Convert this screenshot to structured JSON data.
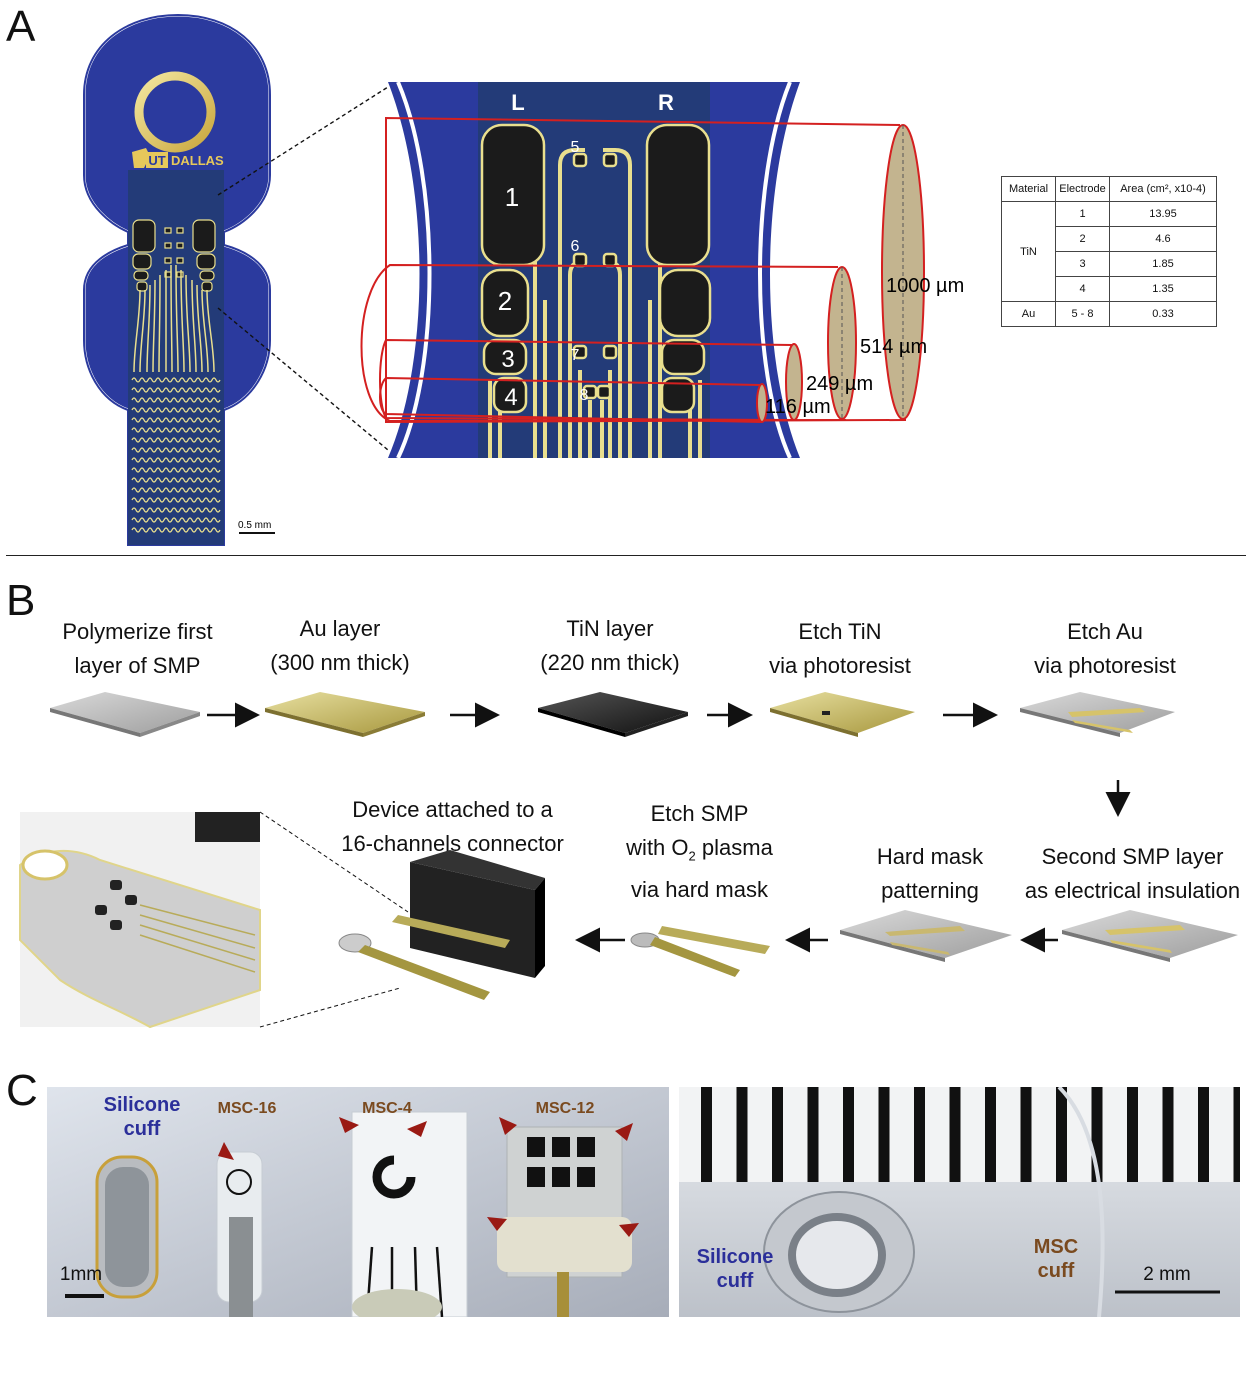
{
  "panels": {
    "a": "A",
    "b": "B",
    "c": "C"
  },
  "panel_a": {
    "brand_ut": "UT",
    "brand_dallas": "DALLAS",
    "side_left": "L",
    "side_right": "R",
    "electrodes": [
      "1",
      "2",
      "3",
      "4",
      "5",
      "6",
      "7",
      "8"
    ],
    "diameters": [
      "1000 µm",
      "514 µm",
      "249 µm",
      "116 µm"
    ],
    "scale_bar": "0.5 mm",
    "table": {
      "headers": [
        "Material",
        "Electrode",
        "Area (cm², x10-4)"
      ],
      "tin_label": "TiN",
      "au_label": "Au",
      "tin_rows": [
        {
          "electrode": "1",
          "area": "13.95"
        },
        {
          "electrode": "2",
          "area": "4.6"
        },
        {
          "electrode": "3",
          "area": "1.85"
        },
        {
          "electrode": "4",
          "area": "1.35"
        }
      ],
      "au_row": {
        "electrode": "5 - 8",
        "area": "0.33"
      }
    }
  },
  "panel_b": {
    "steps": {
      "s1": [
        "Polymerize first",
        "layer of SMP"
      ],
      "s2": [
        "Au layer",
        "(300 nm thick)"
      ],
      "s3": [
        "TiN layer",
        "(220 nm thick)"
      ],
      "s4": [
        "Etch TiN",
        "via photoresist"
      ],
      "s5": [
        "Etch Au",
        "via photoresist"
      ],
      "s6": [
        "Second SMP layer",
        "as electrical insulation"
      ],
      "s7": [
        "Hard mask",
        "patterning"
      ],
      "s8a": "Etch SMP",
      "s8b_pre": "with O",
      "s8b_sub": "2",
      "s8b_post": " plasma",
      "s8c": "via hard mask",
      "s9": [
        "Device attached to a",
        "16-channels connector"
      ]
    }
  },
  "panel_c": {
    "left": {
      "silicone": [
        "Silicone",
        "cuff"
      ],
      "msc16": "MSC-16",
      "msc4": "MSC-4",
      "msc12": "MSC-12",
      "scale": "1mm"
    },
    "right": {
      "silicone": [
        "Silicone",
        "cuff"
      ],
      "msc": [
        "MSC",
        "cuff"
      ],
      "scale": "2 mm"
    }
  },
  "colors": {
    "device_blue": "#2b3a9e",
    "gold": "#e9df8e",
    "cut_red": "#d42020",
    "tan": "#c3b48f",
    "silicone_label": "#2b2f9a",
    "msc_label": "#7a4a1f",
    "arrow_red": "#9a1a14"
  }
}
